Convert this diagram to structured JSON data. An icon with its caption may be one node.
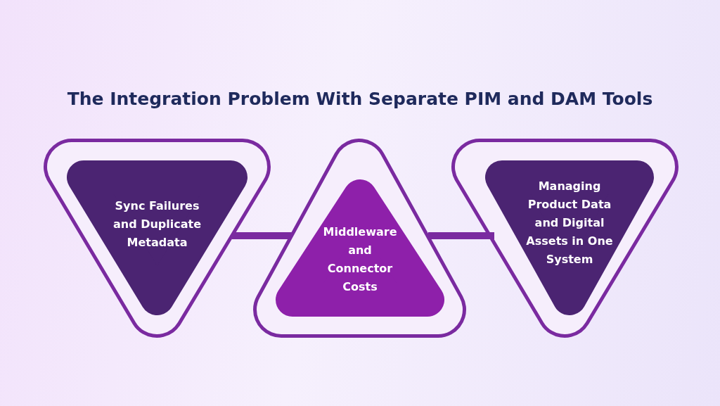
{
  "diagram": {
    "title": "The Integration Problem With Separate PIM and DAM Tools",
    "nodes": [
      {
        "text": [
          "Sync Failures and Duplicate Metadata"
        ]
      },
      {
        "text": [
          "Middleware and Connector Costs"
        ]
      },
      {
        "text": [
          "Managing Product Data and Digital Assets in One System"
        ]
      }
    ],
    "edges": [
      {
        "from": 0,
        "to": 1,
        "arrow": "none"
      },
      {
        "from": 1,
        "to": 2,
        "arrow": "none"
      }
    ]
  }
}
